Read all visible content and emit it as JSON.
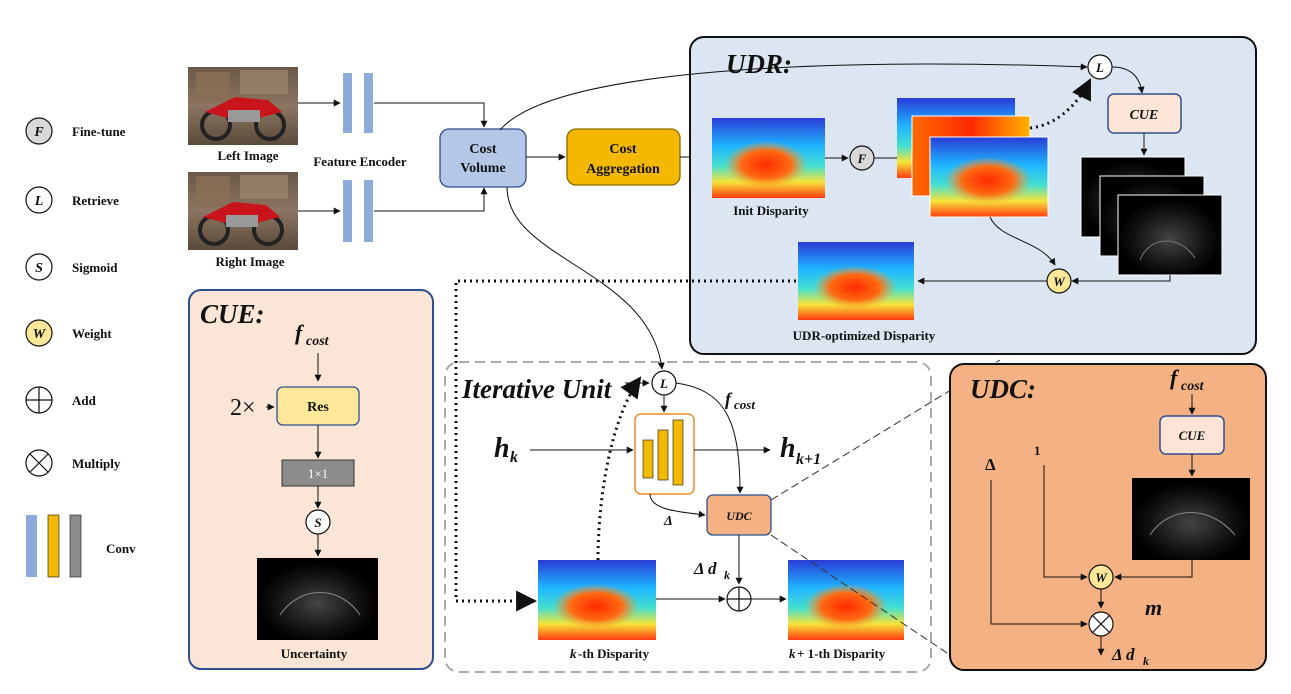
{
  "legend": {
    "items": [
      {
        "symbol": "F",
        "label": "Fine-tune",
        "fill": "#d9d9d9"
      },
      {
        "symbol": "L",
        "label": "Retrieve",
        "fill": "#ffffff"
      },
      {
        "symbol": "S",
        "label": "Sigmoid",
        "fill": "#ffffff"
      },
      {
        "symbol": "W",
        "label": "Weight",
        "fill": "#fde89a"
      },
      {
        "symbol": "+",
        "label": "Add",
        "fill": "#ffffff"
      },
      {
        "symbol": "x",
        "label": "Multiply",
        "fill": "#ffffff"
      }
    ],
    "conv_label": "Conv",
    "conv_colors": [
      "#8eaadb",
      "#f5b800",
      "#8c8c8c"
    ]
  },
  "inputs": {
    "left_image": "Left Image",
    "right_image": "Right Image",
    "feature_encoder": "Feature Encoder"
  },
  "cost_volume": {
    "line1": "Cost",
    "line2": "Volume"
  },
  "cost_aggregation": {
    "line1": "Cost",
    "line2": "Aggregation"
  },
  "udr": {
    "title": "UDR:",
    "init_disparity": "Init Disparity",
    "optimized": "UDR-optimized Disparity",
    "cue": "CUE",
    "f": "F",
    "l": "L",
    "w": "W"
  },
  "cue_panel": {
    "title": "CUE:",
    "f": "f",
    "f_sub": "cost",
    "times": "2×",
    "res": "Res",
    "conv": "1×1",
    "s": "S",
    "uncertainty": "Uncertainty"
  },
  "iter": {
    "title": "Iterative Unit",
    "l": "L",
    "f": "f",
    "f_sub": "cost",
    "h": "h",
    "h_sub": "k",
    "h_next": "h",
    "h_next_sub": "k+1",
    "delta": "Δ",
    "udc": "UDC",
    "dd": "Δ d",
    "dd_sub": "k",
    "kth": "-th Disparity",
    "k": "k",
    "k1_pre": "k",
    "k1_post": " + 1-th Disparity"
  },
  "udc": {
    "title": "UDC:",
    "f": "f",
    "f_sub": "cost",
    "cue": "CUE",
    "delta": "Δ",
    "one": "1",
    "w": "W",
    "m": "m",
    "dd": "Δ d",
    "dd_sub": "k"
  }
}
